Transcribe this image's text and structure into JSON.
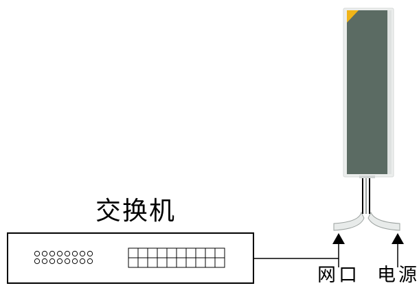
{
  "diagram": {
    "switch_label": "交换机",
    "network_port_label": "网口",
    "power_label": "电源",
    "colors": {
      "line": "#000000",
      "speaker_panel": "#5b6b63",
      "speaker_frame": "#e9ebea",
      "corner_accent": "#f0b418",
      "cable": "#cfd3d2"
    },
    "icons": [
      "column-speaker-icon",
      "network-switch-icon",
      "arrow-up-icon"
    ]
  }
}
